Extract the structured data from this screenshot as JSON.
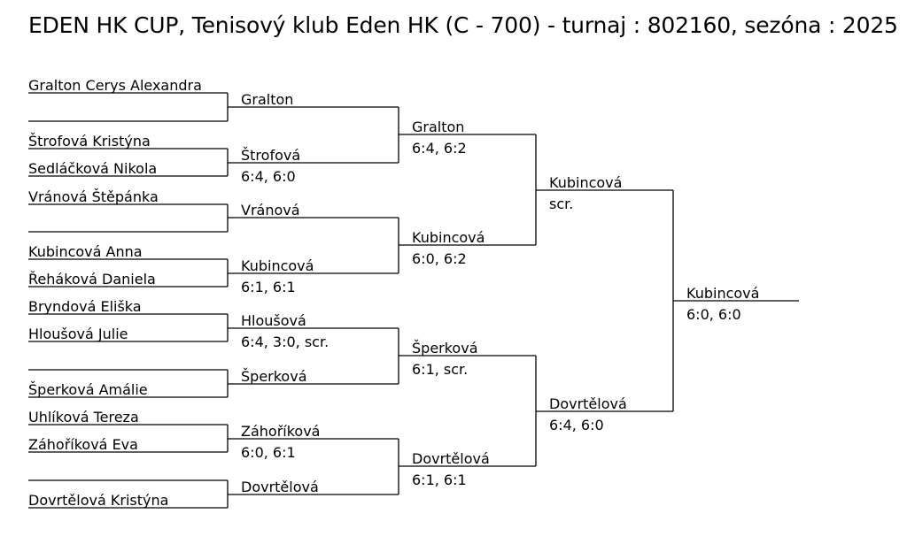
{
  "title": "EDEN HK CUP, Tenisový klub Eden HK (C - 700) - turnaj : 802160, sezóna : 2025",
  "colors": {
    "line": "#000000",
    "text": "#000000",
    "background": "#ffffff"
  },
  "round1": [
    {
      "name": "Gralton Cerys Alexandra"
    },
    {
      "name": ""
    },
    {
      "name": "Štrofová Kristýna"
    },
    {
      "name": "Sedláčková Nikola"
    },
    {
      "name": "Vránová Štěpánka"
    },
    {
      "name": ""
    },
    {
      "name": "Kubincová Anna"
    },
    {
      "name": "Řeháková Daniela"
    },
    {
      "name": "Bryndová Eliška"
    },
    {
      "name": "Hloušová Julie"
    },
    {
      "name": ""
    },
    {
      "name": "Šperková Amálie"
    },
    {
      "name": "Uhlíková Tereza"
    },
    {
      "name": "Záhoříková Eva"
    },
    {
      "name": ""
    },
    {
      "name": "Dovrtělová Kristýna"
    }
  ],
  "round2": [
    {
      "name": "Gralton",
      "score": ""
    },
    {
      "name": "Štrofová",
      "score": "6:4, 6:0"
    },
    {
      "name": "Vránová",
      "score": ""
    },
    {
      "name": "Kubincová",
      "score": "6:1, 6:1"
    },
    {
      "name": "Hloušová",
      "score": "6:4, 3:0, scr."
    },
    {
      "name": "Šperková",
      "score": ""
    },
    {
      "name": "Záhoříková",
      "score": "6:0, 6:1"
    },
    {
      "name": "Dovrtělová",
      "score": ""
    }
  ],
  "round3": [
    {
      "name": "Gralton",
      "score": "6:4, 6:2"
    },
    {
      "name": "Kubincová",
      "score": "6:0, 6:2"
    },
    {
      "name": "Šperková",
      "score": "6:1, scr."
    },
    {
      "name": "Dovrtělová",
      "score": "6:1, 6:1"
    }
  ],
  "round4": [
    {
      "name": "Kubincová",
      "score": "scr."
    },
    {
      "name": "Dovrtělová",
      "score": "6:4, 6:0"
    }
  ],
  "winner": {
    "name": "Kubincová",
    "score": "6:0, 6:0"
  }
}
